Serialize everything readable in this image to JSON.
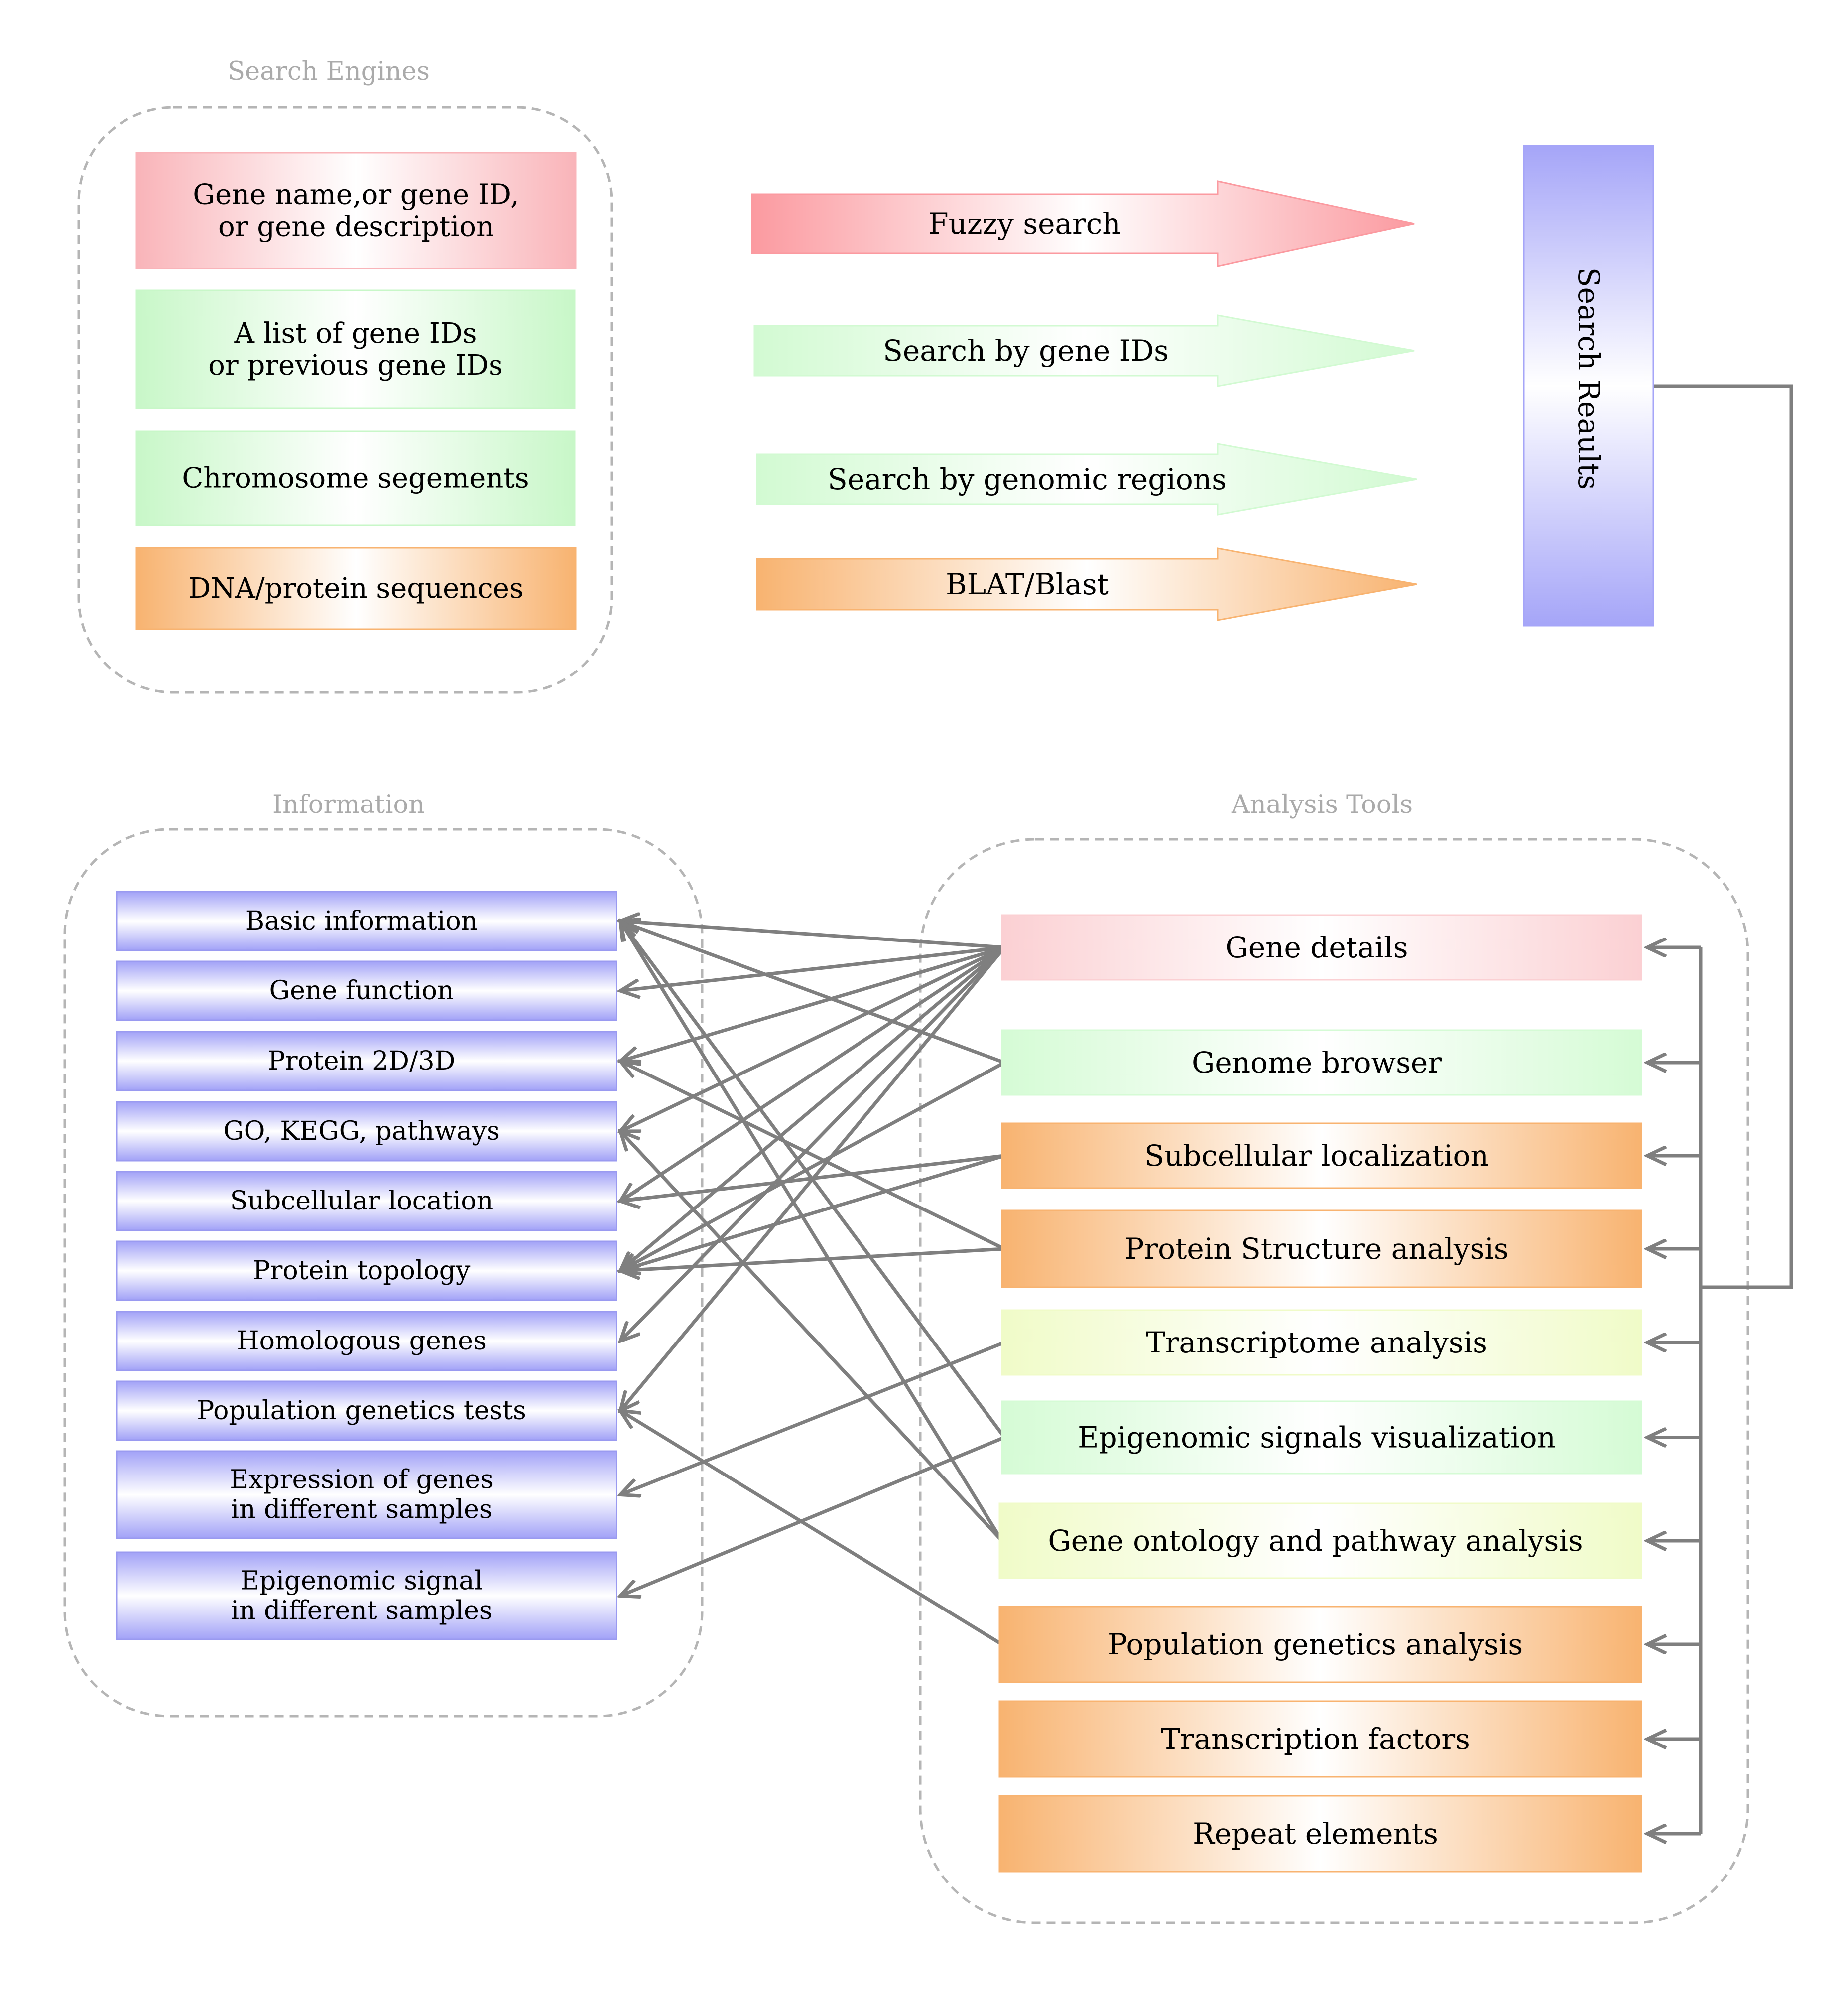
{
  "groups": {
    "search_engines": "Search Engines",
    "information": "Information",
    "analysis_tools": "Analysis Tools"
  },
  "inputs": [
    {
      "lines": [
        "Gene name,or gene ID,",
        "or gene description"
      ],
      "color": "#f9b4b9"
    },
    {
      "lines": [
        "A list of gene IDs",
        "or previous gene IDs"
      ],
      "color": "#c8f7c8"
    },
    {
      "lines": [
        "Chromosome segements"
      ],
      "color": "#c8f7c8"
    },
    {
      "lines": [
        "DNA/protein sequences"
      ],
      "color": "#f8b370"
    }
  ],
  "search_methods": [
    {
      "label": "Fuzzy search",
      "color": "#fb9aa0"
    },
    {
      "label": "Search by gene IDs",
      "color": "#d2fad2"
    },
    {
      "label": "Search by genomic regions",
      "color": "#d2fad2"
    },
    {
      "label": "BLAT/Blast",
      "color": "#f8b370"
    }
  ],
  "results": {
    "label": "Search Reaults",
    "color": "#a5a5f8"
  },
  "information_items": [
    {
      "lines": [
        "Basic information"
      ]
    },
    {
      "lines": [
        "Gene function"
      ]
    },
    {
      "lines": [
        "Protein 2D/3D"
      ]
    },
    {
      "lines": [
        "GO, KEGG, pathways"
      ]
    },
    {
      "lines": [
        "Subcellular location"
      ]
    },
    {
      "lines": [
        "Protein topology"
      ]
    },
    {
      "lines": [
        "Homologous genes"
      ]
    },
    {
      "lines": [
        "Population genetics tests"
      ]
    },
    {
      "lines": [
        "Expression of genes",
        "in different samples"
      ]
    },
    {
      "lines": [
        "Epigenomic signal",
        "in different samples"
      ]
    }
  ],
  "info_color": "#a2a2f7",
  "tools": [
    {
      "label": "Gene details",
      "color": "#fbd0d3"
    },
    {
      "label": "Genome browser",
      "color": "#d5fbd5"
    },
    {
      "label": "Subcellular localization",
      "color": "#f8b370"
    },
    {
      "label": "Protein Structure analysis",
      "color": "#f8b370"
    },
    {
      "label": "Transcriptome analysis",
      "color": "#f0fbc8"
    },
    {
      "label": "Epigenomic signals visualization",
      "color": "#d5fbd5"
    },
    {
      "label": "Gene ontology and pathway analysis",
      "color": "#f0fbc8"
    },
    {
      "label": "Population genetics analysis",
      "color": "#f8b370"
    },
    {
      "label": "Transcription factors",
      "color": "#f8b370"
    },
    {
      "label": "Repeat elements",
      "color": "#f8b370"
    }
  ],
  "links": [
    {
      "tool": 0,
      "info": [
        0,
        1,
        2,
        3,
        4,
        5,
        6,
        7
      ]
    },
    {
      "tool": 1,
      "info": [
        0,
        5
      ]
    },
    {
      "tool": 2,
      "info": [
        4,
        5
      ]
    },
    {
      "tool": 3,
      "info": [
        2,
        5
      ]
    },
    {
      "tool": 4,
      "info": [
        8
      ]
    },
    {
      "tool": 5,
      "info": [
        0,
        9
      ]
    },
    {
      "tool": 6,
      "info": [
        0,
        3
      ]
    },
    {
      "tool": 7,
      "info": [
        7
      ]
    }
  ]
}
